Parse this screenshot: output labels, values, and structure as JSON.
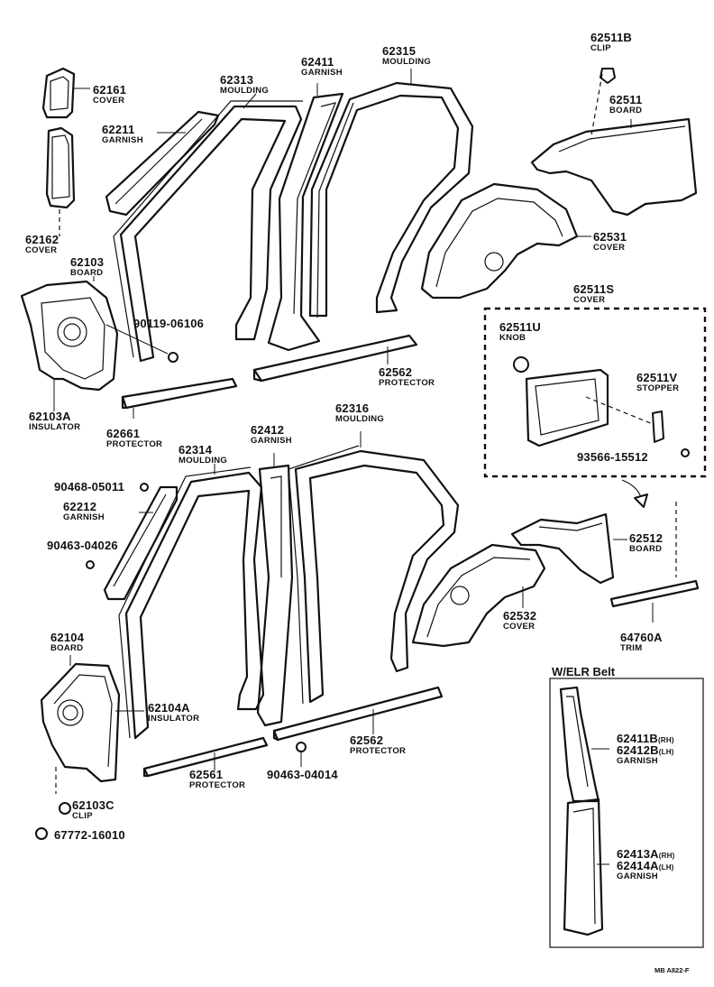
{
  "parts": {
    "p62161": {
      "number": "62161",
      "name": "COVER"
    },
    "p62211": {
      "number": "62211",
      "name": "GARNISH"
    },
    "p62162": {
      "number": "62162",
      "name": "COVER"
    },
    "p62103": {
      "number": "62103",
      "name": "BOARD"
    },
    "p62103A": {
      "number": "62103A",
      "name": "INSULATOR"
    },
    "p90119": {
      "number": "90119-06106"
    },
    "p62661": {
      "number": "62661",
      "name": "PROTECTOR"
    },
    "p62313": {
      "number": "62313",
      "name": "MOULDING"
    },
    "p62411": {
      "number": "62411",
      "name": "GARNISH"
    },
    "p62315": {
      "number": "62315",
      "name": "MOULDING"
    },
    "p62511B": {
      "number": "62511B",
      "name": "CLIP"
    },
    "p62511": {
      "number": "62511",
      "name": "BOARD"
    },
    "p62531": {
      "number": "62531",
      "name": "COVER"
    },
    "p62562a": {
      "number": "62562",
      "name": "PROTECTOR"
    },
    "p62511S": {
      "number": "62511S",
      "name": "COVER"
    },
    "p62511U": {
      "number": "62511U",
      "name": "KNOB"
    },
    "p62511V": {
      "number": "62511V",
      "name": "STOPPER"
    },
    "p93566": {
      "number": "93566-15512"
    },
    "p62314": {
      "number": "62314",
      "name": "MOULDING"
    },
    "p62412": {
      "number": "62412",
      "name": "GARNISH"
    },
    "p62316": {
      "number": "62316",
      "name": "MOULDING"
    },
    "p90468": {
      "number": "90468-05011"
    },
    "p62212": {
      "number": "62212",
      "name": "GARNISH"
    },
    "p90463a": {
      "number": "90463-04026"
    },
    "p62512": {
      "number": "62512",
      "name": "BOARD"
    },
    "p62532": {
      "number": "62532",
      "name": "COVER"
    },
    "p64760A": {
      "number": "64760A",
      "name": "TRIM"
    },
    "p62104": {
      "number": "62104",
      "name": "BOARD"
    },
    "p62104A": {
      "number": "62104A",
      "name": "INSULATOR"
    },
    "p62562b": {
      "number": "62562",
      "name": "PROTECTOR"
    },
    "p62561": {
      "number": "62561",
      "name": "PROTECTOR"
    },
    "p90463b": {
      "number": "90463-04014"
    },
    "p62103C": {
      "number": "62103C",
      "name": "CLIP"
    },
    "p67772": {
      "number": "67772-16010"
    },
    "p62411B": {
      "number": "62411B",
      "suffix": "(RH)"
    },
    "p62412B": {
      "number": "62412B",
      "suffix": "(LH)",
      "name": "GARNISH"
    },
    "p62413A": {
      "number": "62413A",
      "suffix": "(RH)"
    },
    "p62414A": {
      "number": "62414A",
      "suffix": "(LH)",
      "name": "GARNISH"
    }
  },
  "inset_title": "W/ELR Belt",
  "diagram_code": "MB A822-F"
}
